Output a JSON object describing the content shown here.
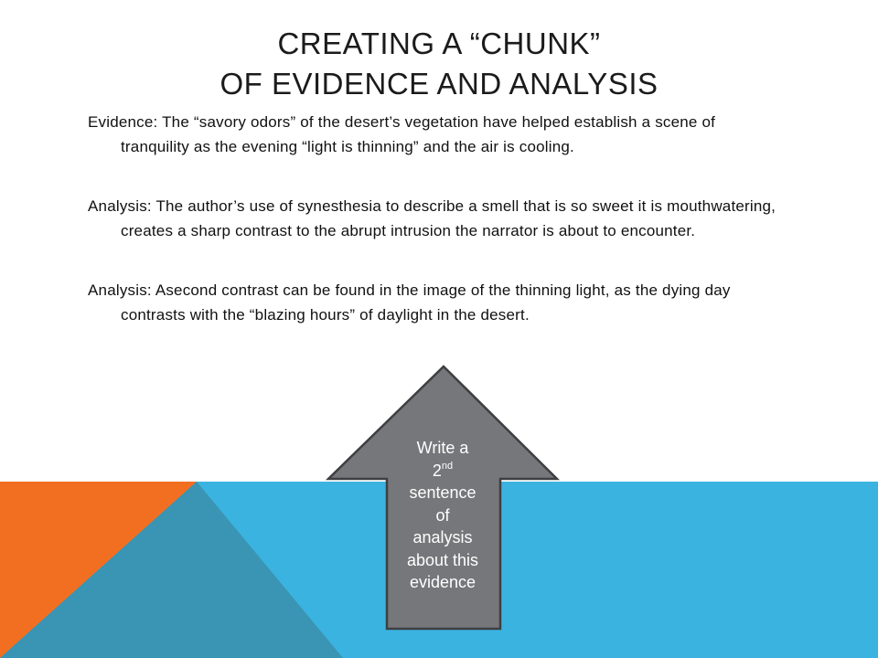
{
  "slide": {
    "title_line1": "CREATING A “CHUNK”",
    "title_line2": "OF EVIDENCE AND ANALYSIS",
    "paragraphs": [
      {
        "label": "Evidence:",
        "text": " The “savory odors” of the desert’s vegetation have helped establish a scene of tranquility as the evening “light is thinning” and the air is cooling."
      },
      {
        "label": "Analysis:",
        "text": " The author’s use of synesthesia to describe a smell that is so sweet it is mouthwatering, creates a sharp contrast to the abrupt intrusion the narrator is about to encounter."
      },
      {
        "label": "Analysis:",
        "text": " Asecond contrast can be found in the image of the thinning light, as the dying day contrasts with the “blazing hours” of daylight in the desert."
      }
    ],
    "arrow": {
      "line1": "Write a",
      "line2_base": "2",
      "line2_sup": "nd",
      "line3": "sentence",
      "line4": "of",
      "line5": "analysis",
      "line6": "about this",
      "line7": "evidence"
    }
  },
  "colors": {
    "blue": "#3bb3e0",
    "orange": "#f26f21",
    "teal": "#3a94b3",
    "arrow_fill": "#76777a",
    "arrow_border": "#3e3f41"
  }
}
